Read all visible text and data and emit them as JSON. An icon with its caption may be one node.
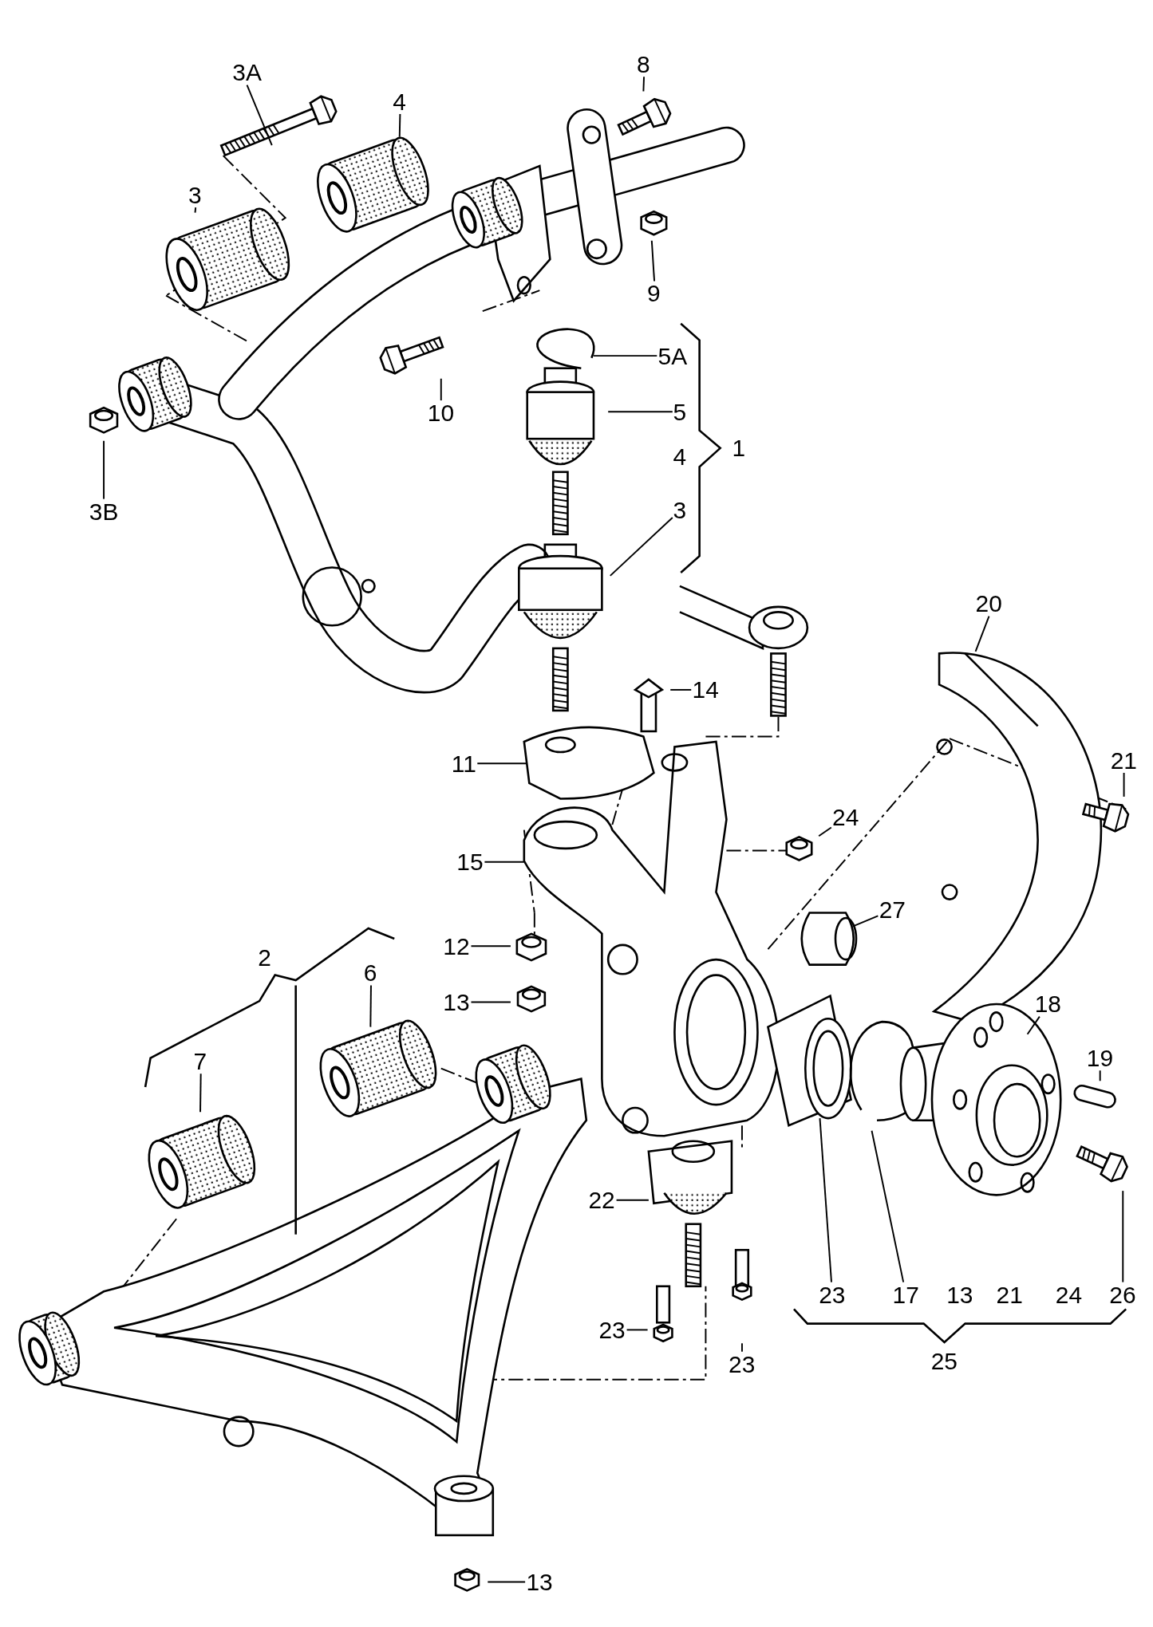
{
  "diagram": {
    "nodes": [
      {
        "text": [
          "3A"
        ]
      },
      {
        "text": [
          "4"
        ]
      },
      {
        "text": [
          "3"
        ]
      },
      {
        "text": [
          "8"
        ]
      },
      {
        "text": [
          "9"
        ]
      },
      {
        "text": [
          "10"
        ]
      },
      {
        "text": [
          "5A"
        ]
      },
      {
        "text": [
          "5"
        ]
      },
      {
        "text": [
          "3"
        ]
      },
      {
        "text": [
          "3B"
        ]
      },
      {
        "text": [
          "20"
        ]
      },
      {
        "text": [
          "14"
        ]
      },
      {
        "text": [
          "11"
        ]
      },
      {
        "text": [
          "21"
        ]
      },
      {
        "text": [
          "24"
        ]
      },
      {
        "text": [
          "15"
        ]
      },
      {
        "text": [
          "27"
        ]
      },
      {
        "text": [
          "12"
        ]
      },
      {
        "text": [
          "6"
        ]
      },
      {
        "text": [
          "13"
        ]
      },
      {
        "text": [
          "18"
        ]
      },
      {
        "text": [
          "7"
        ]
      },
      {
        "text": [
          "19"
        ]
      },
      {
        "text": [
          "22"
        ]
      },
      {
        "text": [
          "23"
        ]
      },
      {
        "text": [
          "17"
        ]
      },
      {
        "text": [
          "26"
        ]
      },
      {
        "text": [
          "23"
        ]
      },
      {
        "text": [
          "23"
        ]
      },
      {
        "text": [
          "13"
        ]
      }
    ],
    "edges": [
      {
        "from": 0,
        "to": null,
        "arrow": "none"
      },
      {
        "from": 1,
        "to": null,
        "arrow": "none"
      },
      {
        "from": 2,
        "to": null,
        "arrow": "none"
      },
      {
        "from": 3,
        "to": null,
        "arrow": "none"
      },
      {
        "from": 4,
        "to": null,
        "arrow": "none"
      },
      {
        "from": 5,
        "to": null,
        "arrow": "none"
      },
      {
        "from": 6,
        "to": null,
        "arrow": "none"
      },
      {
        "from": 7,
        "to": null,
        "arrow": "none"
      },
      {
        "from": 8,
        "to": null,
        "arrow": "none"
      },
      {
        "from": 9,
        "to": null,
        "arrow": "none"
      },
      {
        "from": 10,
        "to": null,
        "arrow": "none"
      },
      {
        "from": 11,
        "to": null,
        "arrow": "none"
      },
      {
        "from": 12,
        "to": null,
        "arrow": "none"
      },
      {
        "from": 13,
        "to": null,
        "arrow": "none"
      },
      {
        "from": 14,
        "to": null,
        "arrow": "none"
      },
      {
        "from": 15,
        "to": null,
        "arrow": "none"
      },
      {
        "from": 16,
        "to": null,
        "arrow": "none"
      },
      {
        "from": 17,
        "to": null,
        "arrow": "none"
      },
      {
        "from": 18,
        "to": null,
        "arrow": "none"
      },
      {
        "from": 19,
        "to": null,
        "arrow": "none"
      },
      {
        "from": 20,
        "to": null,
        "arrow": "none"
      },
      {
        "from": 21,
        "to": null,
        "arrow": "none"
      },
      {
        "from": 22,
        "to": null,
        "arrow": "none"
      },
      {
        "from": 23,
        "to": null,
        "arrow": "none"
      },
      {
        "from": 24,
        "to": null,
        "arrow": "none"
      },
      {
        "from": 25,
        "to": null,
        "arrow": "none"
      },
      {
        "from": 26,
        "to": null,
        "arrow": "none"
      },
      {
        "from": 27,
        "to": null,
        "arrow": "none"
      },
      {
        "from": 28,
        "to": null,
        "arrow": "none"
      },
      {
        "from": 29,
        "to": null,
        "arrow": "none"
      }
    ],
    "labels": [
      "1",
      "4",
      "2",
      "13",
      "21",
      "24",
      "25"
    ]
  }
}
